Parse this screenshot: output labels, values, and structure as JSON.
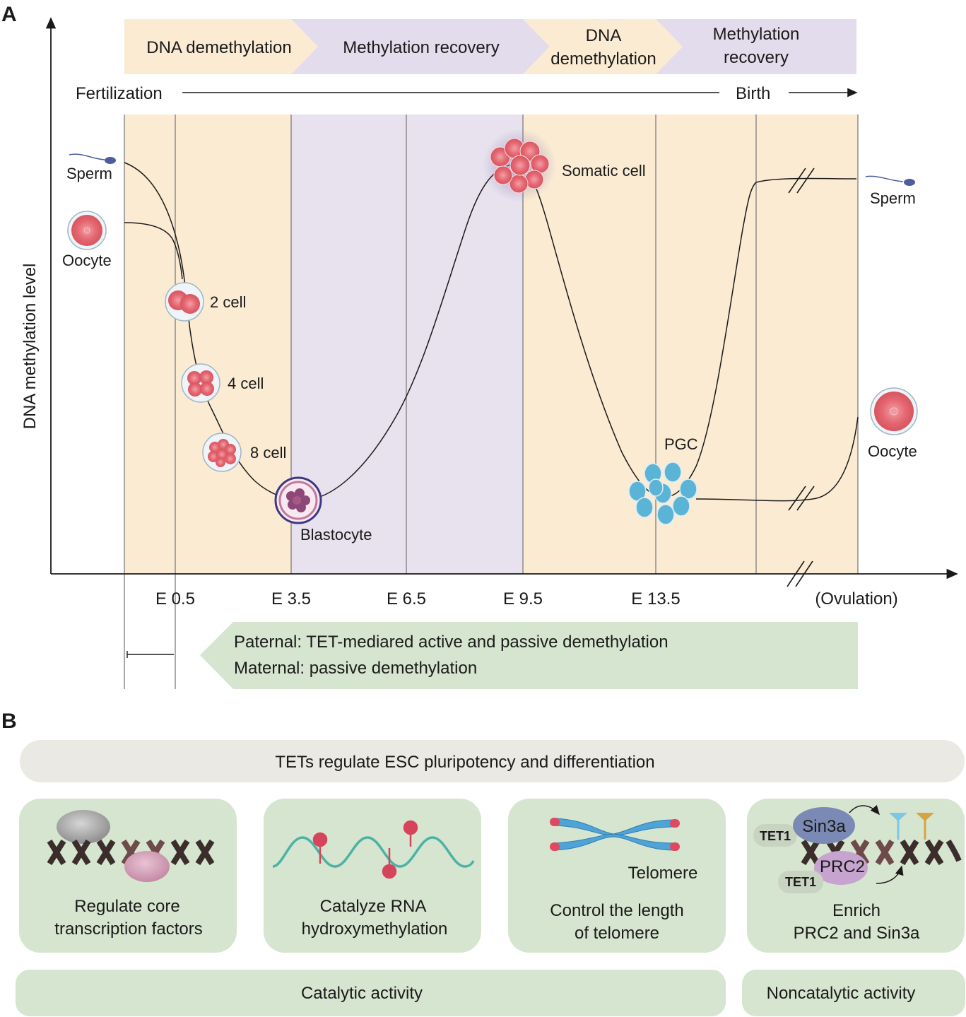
{
  "panel_a": {
    "label": "A",
    "y_axis_label": "DNA methylation level",
    "phases": [
      {
        "lines": [
          "DNA demethylation"
        ]
      },
      {
        "lines": [
          "Methylation recovery"
        ]
      },
      {
        "lines": [
          "DNA",
          "demethylation"
        ]
      },
      {
        "lines": [
          "Methylation",
          "recovery"
        ]
      }
    ],
    "timeline": {
      "start": "Fertilization",
      "end": "Birth"
    },
    "x_ticks": [
      "E 0.5",
      "E 3.5",
      "E 6.5",
      "E 9.5",
      "E 13.5",
      "(Ovulation)"
    ],
    "stages": {
      "sperm_left": "Sperm",
      "oocyte_left": "Oocyte",
      "cell2": "2 cell",
      "cell4": "4 cell",
      "cell8": "8 cell",
      "blastocyte": "Blastocyte",
      "somatic": "Somatic cell",
      "pgc": "PGC",
      "sperm_right": "Sperm",
      "oocyte_right": "Oocyte"
    },
    "demethylation_notes": [
      "Paternal: TET-mediared active  and passive demethylation",
      "Maternal: passive demethylation"
    ],
    "colors": {
      "demethylation": "#fbebd3",
      "recovery": "#e3dcec",
      "note_arrow": "#d6e5cf"
    }
  },
  "panel_b": {
    "label": "B",
    "header": "TETs regulate ESC pluripotency and differentiation",
    "boxes": [
      {
        "lines": [
          "Regulate core",
          "transcription factors"
        ]
      },
      {
        "lines": [
          "Catalyze RNA",
          "hydroxymethylation"
        ]
      },
      {
        "lines": [
          "Control the length",
          "of telomere"
        ],
        "tag": "Telomere"
      },
      {
        "lines": [
          "Enrich",
          "PRC2 and Sin3a"
        ],
        "tags": {
          "tet1_top": "TET1",
          "tet1_bottom": "TET1",
          "sin3a": "Sin3a",
          "prc2": "PRC2"
        }
      }
    ],
    "footers": {
      "catalytic": "Catalytic activity",
      "noncatalytic": "Noncatalytic activity"
    },
    "colors": {
      "box": "#d6e5cf",
      "header": "#ebe9e3"
    }
  }
}
